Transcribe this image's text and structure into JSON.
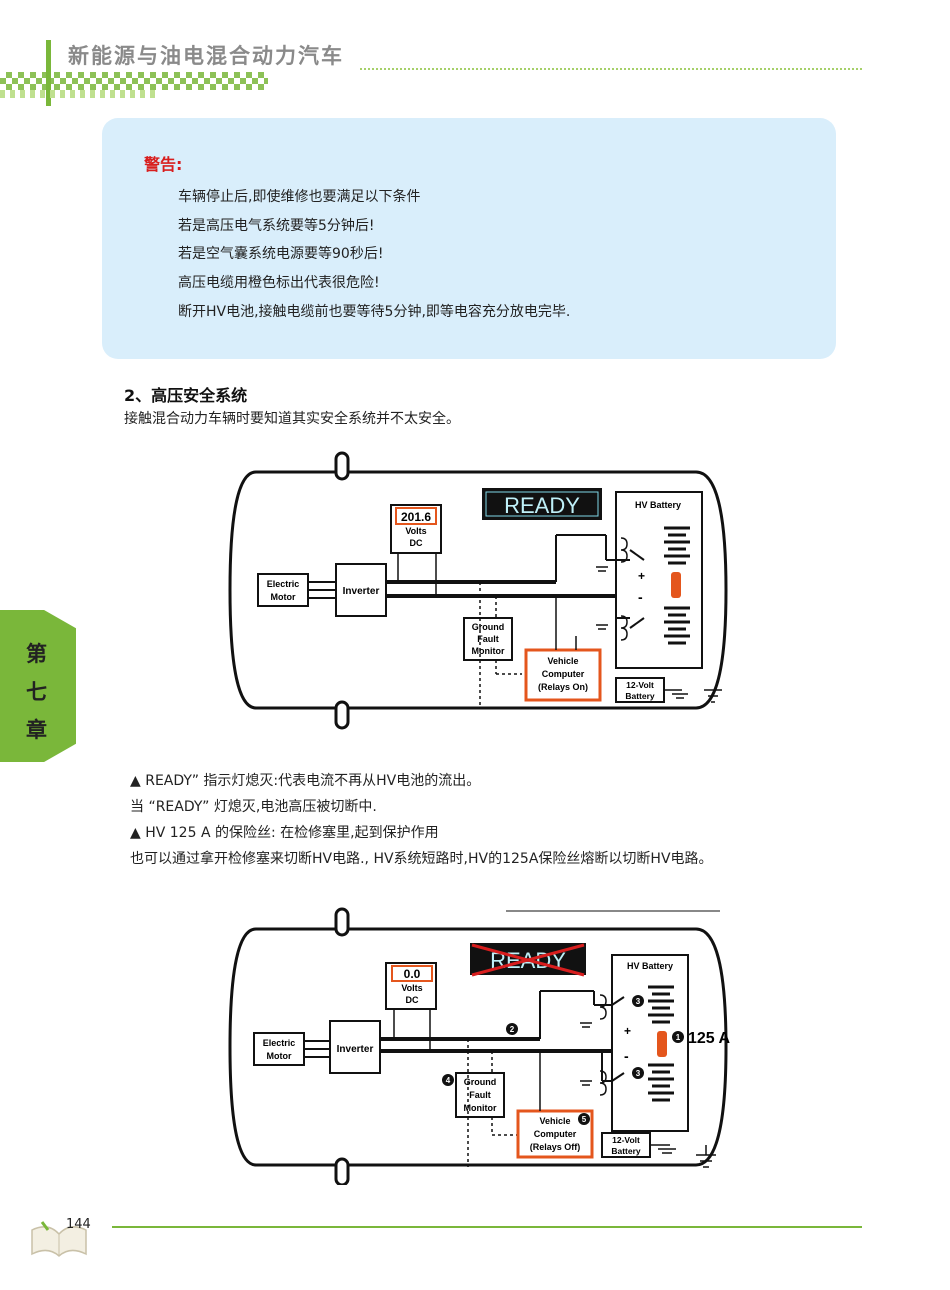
{
  "header": {
    "title": "新能源与油电混合动力汽车"
  },
  "warning": {
    "title": "警告:",
    "lines": [
      "车辆停止后,即使维修也要满足以下条件",
      "若是高压电气系统要等5分钟后!",
      "若是空气囊系统电源要等90秒后!",
      "高压电缆用橙色标出代表很危险!",
      "断开HV电池,接触电缆前也要等待5分钟,即等电容充分放电完毕."
    ]
  },
  "section": {
    "title": "2、高压安全系统",
    "subtitle": "接触混合动力车辆时要知道其实安全系统并不太安全。"
  },
  "chapter": {
    "chars": [
      "第",
      "七",
      "章"
    ]
  },
  "diagram1": {
    "voltage": "201.6",
    "volts": "Volts",
    "dc": "DC",
    "ready": "READY",
    "hv_battery": "HV Battery",
    "motor": [
      "Electric",
      "Motor"
    ],
    "inverter": "Inverter",
    "gfm": [
      "Ground",
      "Fault",
      "Monitor"
    ],
    "vehicle": [
      "Vehicle",
      "Computer",
      "(Relays On)"
    ],
    "battery12": [
      "12-Volt",
      "Battery"
    ],
    "plus": "+",
    "minus": "-"
  },
  "notes": [
    "▲   READY” 指示灯熄灭:代表电流不再从HV电池的流出。",
    "当 “READY” 灯熄灭,电池高压被切断中.",
    "▲   HV  125  A  的保险丝:  在检修塞里,起到保护作用",
    "也可以通过拿开检修塞来切断HV电路.,  HV系统短路时,HV的125A保险丝熔断以切断HV电路。"
  ],
  "diagram2": {
    "voltage": "0.0",
    "volts": "Volts",
    "dc": "DC",
    "ready": "READY",
    "hv_battery": "HV Battery",
    "motor": [
      "Electric",
      "Motor"
    ],
    "inverter": "Inverter",
    "gfm": [
      "Ground",
      "Fault",
      "Monitor"
    ],
    "vehicle": [
      "Vehicle",
      "Computer",
      "(Relays Off)"
    ],
    "battery12": [
      "12-Volt",
      "Battery"
    ],
    "fuse": "125 A",
    "markers": [
      "1",
      "2",
      "3",
      "3",
      "4",
      "5"
    ],
    "plus": "+",
    "minus": "-"
  },
  "footer": {
    "page": "144"
  },
  "colors": {
    "accent": "#7ab73a",
    "warning_bg": "#d9eefb",
    "warning_title": "#d81e1e",
    "orange": "#e4561d"
  }
}
